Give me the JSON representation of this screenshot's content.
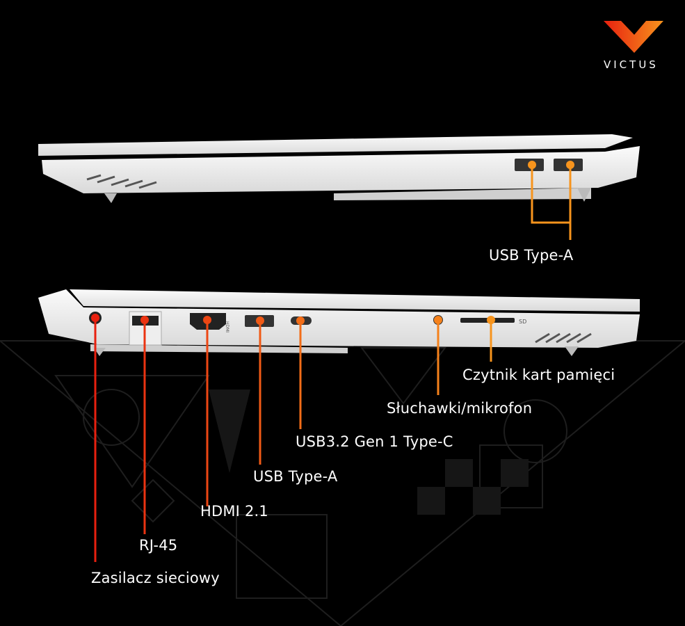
{
  "brand": {
    "name": "VICTUS",
    "logo_colors": [
      "#e8200f",
      "#f7941d"
    ]
  },
  "callout_colors": {
    "start": "#e8200f",
    "end": "#f7941d"
  },
  "right_side": {
    "ports": [
      {
        "label": "USB Type-A"
      }
    ]
  },
  "left_side": {
    "ports": [
      {
        "label": "Zasilacz sieciowy"
      },
      {
        "label": "RJ-45"
      },
      {
        "label": "HDMI 2.1"
      },
      {
        "label": "USB Type-A"
      },
      {
        "label": "USB3.2 Gen 1 Type-C"
      },
      {
        "label": "Słuchawki/mikrofon"
      },
      {
        "label": "Czytnik kart pamięci"
      }
    ],
    "port_markings": {
      "hdmi": "HDMI",
      "sd": "SD"
    }
  }
}
